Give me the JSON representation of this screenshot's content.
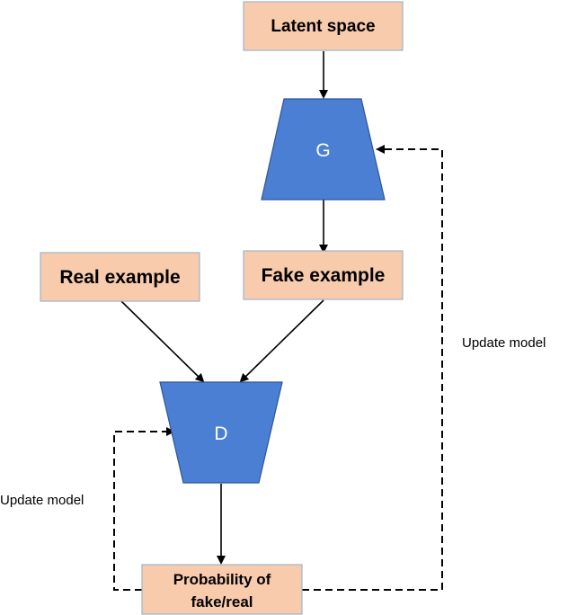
{
  "colors": {
    "box_fill": "#F8CBAD",
    "box_stroke": "#9DB4CC",
    "network_fill": "#4A7FD4",
    "network_stroke": "#2F5597",
    "arrow": "#000000"
  },
  "nodes": {
    "latent_space": "Latent space",
    "generator": "G",
    "real_example": "Real example",
    "fake_example": "Fake example",
    "discriminator": "D",
    "probability_line1": "Probability of",
    "probability_line2": "fake/real"
  },
  "edges": {
    "update_model_generator": "Update model",
    "update_model_discriminator": "Update model"
  }
}
